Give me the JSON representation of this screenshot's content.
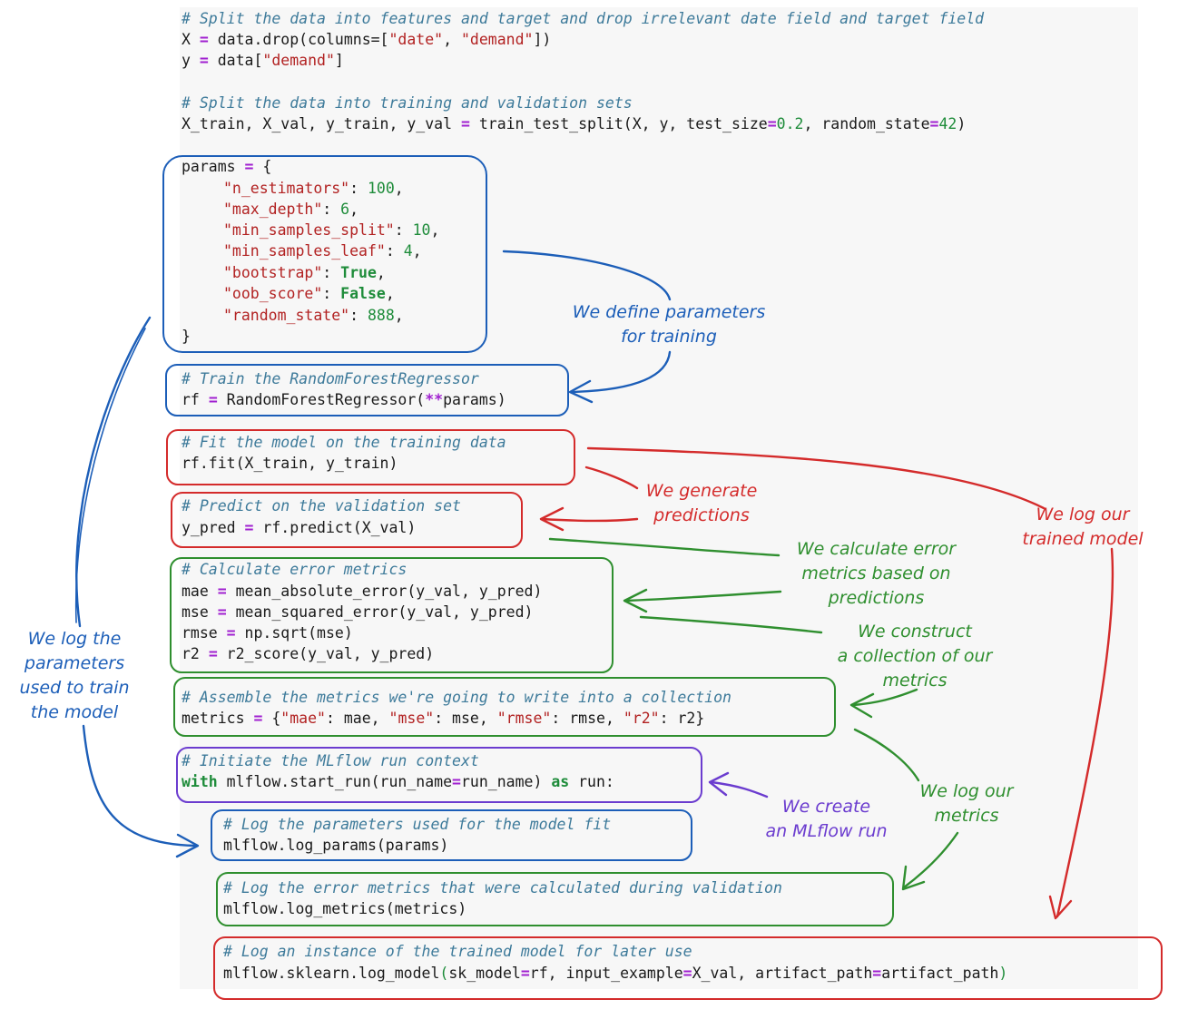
{
  "colors": {
    "blue": "#1c5eb8",
    "red": "#d42b2b",
    "green": "#2f8f2f",
    "purple": "#6b3ccf",
    "comment": "#3d7a9a",
    "string": "#b22222",
    "number": "#1e8c3a",
    "operator": "#a020d0"
  },
  "code": {
    "l1": {
      "comment": "# Split the data into features and target and drop irrelevant date field and target field"
    },
    "l2": {
      "a": "X ",
      "op": "=",
      "b": " data.drop(columns=[",
      "s1": "\"date\"",
      "c": ", ",
      "s2": "\"demand\"",
      "d": "])"
    },
    "l3": {
      "a": "y ",
      "op": "=",
      "b": " data[",
      "s1": "\"demand\"",
      "c": "]"
    },
    "l4": {
      "comment": "# Split the data into training and validation sets"
    },
    "l5": {
      "a": "X_train, X_val, y_train, y_val ",
      "op": "=",
      "b": " train_test_split(X, y, test_size",
      "op2": "=",
      "n1": "0.2",
      "c": ", random_state",
      "op3": "=",
      "n2": "42",
      "d": ")"
    },
    "l6": {
      "a": "params ",
      "op": "=",
      "b": " {"
    },
    "l7": {
      "k": "\"n_estimators\"",
      "sep": ": ",
      "v": "100",
      "e": ","
    },
    "l8": {
      "k": "\"max_depth\"",
      "sep": ": ",
      "v": "6",
      "e": ","
    },
    "l9": {
      "k": "\"min_samples_split\"",
      "sep": ": ",
      "v": "10",
      "e": ","
    },
    "l10": {
      "k": "\"min_samples_leaf\"",
      "sep": ": ",
      "v": "4",
      "e": ","
    },
    "l11": {
      "k": "\"bootstrap\"",
      "sep": ": ",
      "v": "True",
      "e": ","
    },
    "l12": {
      "k": "\"oob_score\"",
      "sep": ": ",
      "v": "False",
      "e": ","
    },
    "l13": {
      "k": "\"random_state\"",
      "sep": ": ",
      "v": "888",
      "e": ","
    },
    "l14": {
      "a": "}"
    },
    "l15": {
      "comment": "# Train the RandomForestRegressor"
    },
    "l16": {
      "a": "rf ",
      "op": "=",
      "b": " RandomForestRegressor(",
      "op2": "**",
      "c": "params)"
    },
    "l17": {
      "comment": "# Fit the model on the training data"
    },
    "l18": {
      "a": "rf.fit(X_train, y_train)"
    },
    "l19": {
      "comment": "# Predict on the validation set"
    },
    "l20": {
      "a": "y_pred ",
      "op": "=",
      "b": " rf.predict(X_val)"
    },
    "l21": {
      "comment": "# Calculate error metrics"
    },
    "l22": {
      "a": "mae ",
      "op": "=",
      "b": " mean_absolute_error(y_val, y_pred)"
    },
    "l23": {
      "a": "mse ",
      "op": "=",
      "b": " mean_squared_error(y_val, y_pred)"
    },
    "l24": {
      "a": "rmse ",
      "op": "=",
      "b": " np.sqrt(mse)"
    },
    "l25": {
      "a": "r2 ",
      "op": "=",
      "b": " r2_score(y_val, y_pred)"
    },
    "l26": {
      "comment": "# Assemble the metrics we're going to write into a collection"
    },
    "l27": {
      "a": "metrics ",
      "op": "=",
      "b": " {",
      "s1": "\"mae\"",
      "c": ": mae, ",
      "s2": "\"mse\"",
      "d": ": mse, ",
      "s3": "\"rmse\"",
      "e": ": rmse, ",
      "s4": "\"r2\"",
      "f": ": r2}"
    },
    "l28": {
      "comment": "# Initiate the MLflow run context"
    },
    "l29": {
      "kw1": "with",
      "a": " mlflow.start_run(run_name",
      "op": "=",
      "b": "run_name) ",
      "kw2": "as",
      "c": " run:"
    },
    "l30": {
      "comment": "# Log the parameters used for the model fit"
    },
    "l31": {
      "a": "mlflow.log_params(params)"
    },
    "l32": {
      "comment": "# Log the error metrics that were calculated during validation"
    },
    "l33": {
      "a": "mlflow.log_metrics(metrics)"
    },
    "l34": {
      "comment": "# Log an instance of the trained model for later use"
    },
    "l35": {
      "a": "mlflow.sklearn.log_model",
      "p1": "(",
      "b": "sk_model",
      "op": "=",
      "c": "rf, input_example",
      "op2": "=",
      "d": "X_val, artifact_path",
      "op3": "=",
      "e": "artifact_path",
      "p2": ")"
    }
  },
  "annotations": {
    "define_params": "We define parameters\nfor training",
    "generate_predictions": "We generate\npredictions",
    "log_model": "We log our\ntrained model",
    "calc_metrics": "We calculate error\nmetrics based on\npredictions",
    "construct_collection": "We construct\na collection of our\nmetrics",
    "log_metrics": "We log our\nmetrics",
    "create_run": "We create\nan MLflow run",
    "log_params": "We log the\nparameters\nused to train\nthe model"
  }
}
